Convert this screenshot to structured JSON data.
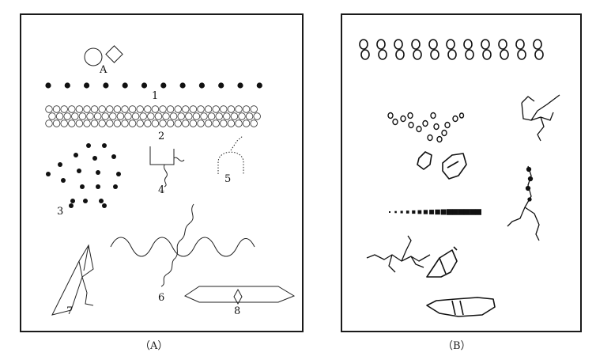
{
  "captions": {
    "a": "（A）",
    "b": "（B）"
  },
  "panel_a": {
    "labels": [
      "A",
      "1",
      "2",
      "3",
      "4",
      "5",
      "6",
      "7",
      "8"
    ]
  }
}
